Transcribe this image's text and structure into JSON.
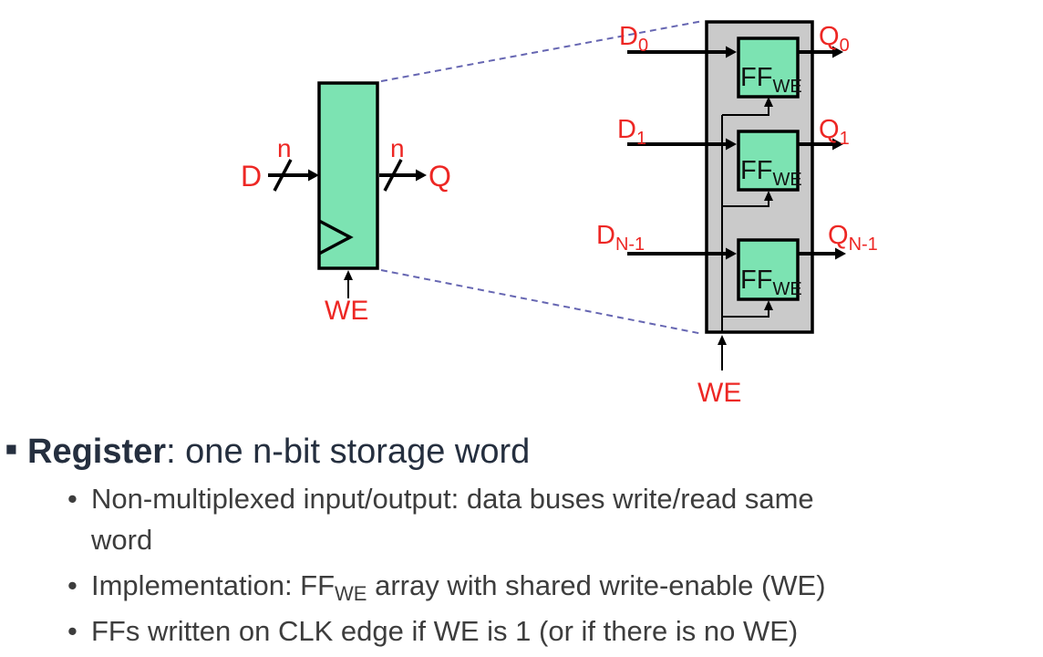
{
  "slide": {
    "heading": {
      "marker": "■",
      "term": "Register",
      "rest": ": one n-bit storage word"
    },
    "bullet_marker": "•",
    "bullets": [
      {
        "lines": [
          "Non-multiplexed input/output: data buses write/read same",
          "word"
        ]
      },
      {
        "pre": "Implementation: FF",
        "sub": "WE",
        "post": " array with shared write-enable (WE)"
      },
      {
        "lines": [
          "FFs written on CLK edge if WE is 1 (or if there is no WE)"
        ]
      }
    ]
  },
  "register_diagram": {
    "input_label": "D",
    "input_width_label": "n",
    "output_label": "Q",
    "output_width_label": "n",
    "write_enable_label": "WE"
  },
  "ff_array_diagram": {
    "ff_cells": [
      {
        "label": "FF",
        "label_sub": "WE",
        "input": "D",
        "input_sub": "0",
        "output": "Q",
        "output_sub": "0"
      },
      {
        "label": "FF",
        "label_sub": "WE",
        "input": "D",
        "input_sub": "1",
        "output": "Q",
        "output_sub": "1"
      },
      {
        "label": "FF",
        "label_sub": "WE",
        "input": "D",
        "input_sub": "N-1",
        "output": "Q",
        "output_sub": "N-1"
      }
    ],
    "write_enable_label": "WE"
  },
  "colors": {
    "cell_green": "#7CE3B2",
    "array_gray": "#CACACA",
    "label_red": "#ED2724",
    "heading_navy": "#252F3F",
    "body_text_gray": "#3D3D3D",
    "dashed_line_purple": "#6666B2"
  }
}
